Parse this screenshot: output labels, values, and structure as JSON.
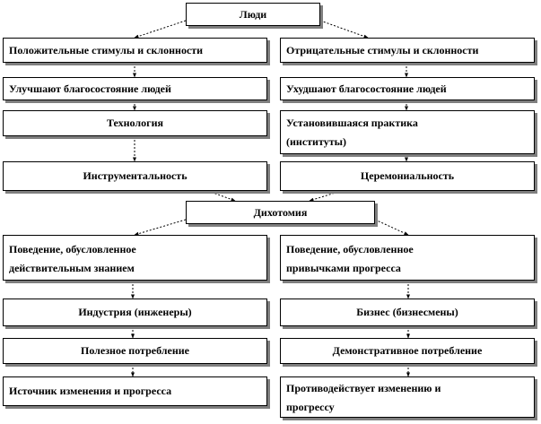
{
  "diagram": {
    "root": {
      "label": "Люди"
    },
    "left": [
      {
        "lines": [
          "Положительные стимулы и склонности"
        ]
      },
      {
        "lines": [
          "Улучшают  благосостояние людей"
        ]
      },
      {
        "lines": [
          "Технология"
        ]
      },
      {
        "lines": [
          "Инструментальность"
        ]
      }
    ],
    "right": [
      {
        "lines": [
          "Отрицательные стимулы и склонности"
        ]
      },
      {
        "lines": [
          "Ухудшают  благосостояние людей"
        ]
      },
      {
        "lines": [
          "Установившаяся практика",
          "(институты)"
        ]
      },
      {
        "lines": [
          "Церемониальность"
        ]
      }
    ],
    "dichotomy": {
      "label": "Дихотомия"
    },
    "left_bottom": [
      {
        "lines": [
          "Поведение, обусловленное",
          "действительным знанием"
        ]
      },
      {
        "lines": [
          "Индустрия (инженеры)"
        ]
      },
      {
        "lines": [
          "Полезное потребление"
        ]
      },
      {
        "lines": [
          "Источник изменения и прогресса"
        ]
      }
    ],
    "right_bottom": [
      {
        "lines": [
          "Поведение, обусловленное",
          "привычками прогресса"
        ]
      },
      {
        "lines": [
          "Бизнес (бизнесмены)"
        ]
      },
      {
        "lines": [
          "Демонстративное потребление"
        ]
      },
      {
        "lines": [
          "Противодействует изменению и",
          "прогрессу"
        ]
      }
    ],
    "colors": {
      "border": "#000000",
      "shadow": "#7f7f7f",
      "arrow": "#000000"
    }
  }
}
